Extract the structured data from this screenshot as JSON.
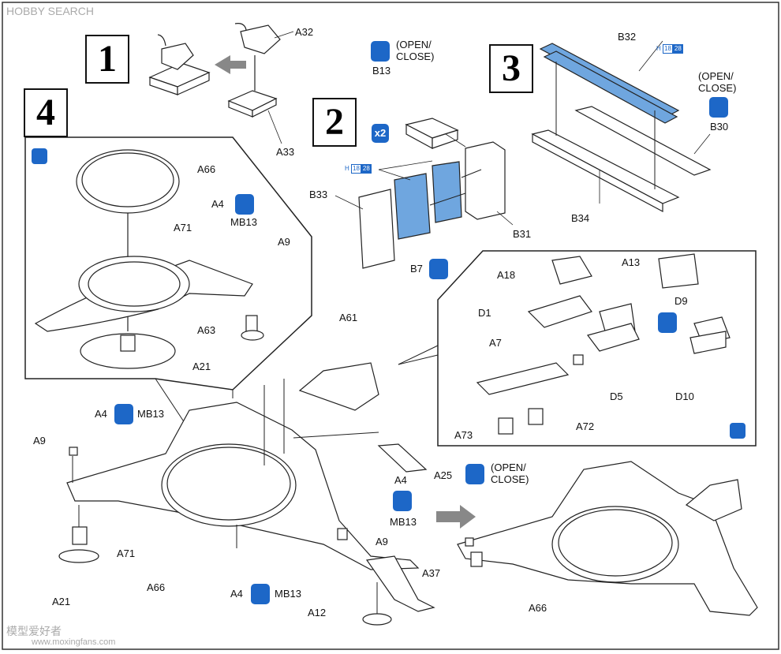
{
  "header": {
    "watermark_top": "HOBBY SEARCH",
    "watermark_bottom_cn": "模型爱好者",
    "watermark_bottom_url": "www.moxingfans.com"
  },
  "steps": {
    "s1": "1",
    "s2": "2",
    "s3": "3",
    "s4": "4"
  },
  "step1": {
    "a32": "A32",
    "a33": "A33"
  },
  "step2": {
    "b13": "B13",
    "open_close_1": "(OPEN/",
    "open_close_2": "CLOSE)",
    "x2": "x2",
    "b33": "B33",
    "b31": "B31",
    "b7": "B7",
    "color_h": "H",
    "color_18": "18",
    "color_28": "28"
  },
  "step3": {
    "b32": "B32",
    "b30": "B30",
    "b34": "B34",
    "open_close_1": "(OPEN/",
    "open_close_2": "CLOSE)",
    "color_h": "H",
    "color_18": "18",
    "color_28": "28"
  },
  "step4_inset": {
    "a66": "A66",
    "a4": "A4",
    "mb13": "MB13",
    "a71": "A71",
    "a9": "A9",
    "a63": "A63",
    "a21": "A21"
  },
  "right_inset": {
    "a18": "A18",
    "a13": "A13",
    "d1": "D1",
    "d9": "D9",
    "a7": "A7",
    "d5": "D5",
    "d10": "D10",
    "a73": "A73",
    "a72": "A72"
  },
  "main": {
    "a61": "A61",
    "a4_top": "A4",
    "mb13_top": "MB13",
    "a9_left": "A9",
    "a25": "A25",
    "open_close_1": "(OPEN/",
    "open_close_2": "CLOSE)",
    "a4_mid": "A4",
    "mb13_mid": "MB13",
    "a9_mid": "A9",
    "a71": "A71",
    "a66": "A66",
    "a37": "A37",
    "a21": "A21",
    "a4_bottom": "A4",
    "mb13_bottom": "MB13",
    "a12": "A12",
    "a66_result": "A66"
  }
}
